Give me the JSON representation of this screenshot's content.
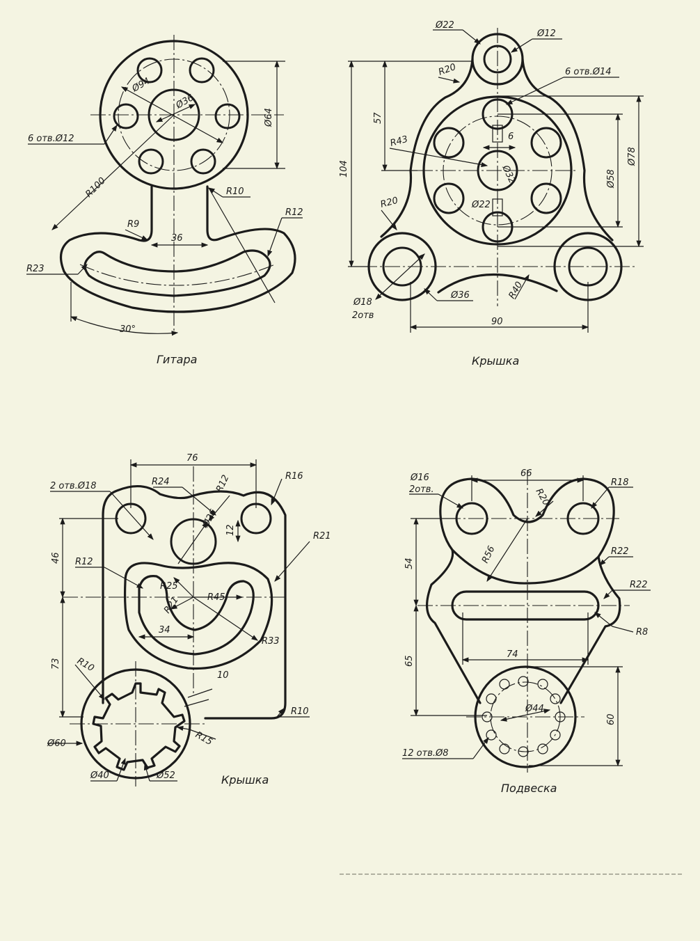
{
  "drawings": [
    {
      "caption": "Гитара",
      "labels": [
        "Ø94",
        "Ø36",
        "Ø64",
        "6 отв.Ø12",
        "R100",
        "R10",
        "R9",
        "36",
        "R12",
        "R23",
        "30°"
      ]
    },
    {
      "caption": "Крышка",
      "labels": [
        "Ø22",
        "Ø12",
        "R20",
        "6 отв.Ø14",
        "57",
        "6",
        "R43",
        "104",
        "Ø78",
        "Ø32",
        "Ø58",
        "Ø22",
        "R20",
        "Ø18",
        "2отв",
        "Ø36",
        "R40",
        "90"
      ]
    },
    {
      "caption": "Крышка",
      "labels": [
        "76",
        "2 отв.Ø18",
        "R24",
        "R12",
        "R16",
        "Ø26",
        "12",
        "46",
        "R21",
        "R12",
        "R25",
        "R45",
        "R21",
        "34",
        "R33",
        "73",
        "R10",
        "10",
        "R10",
        "Ø60",
        "R15",
        "Ø40",
        "Ø52"
      ]
    },
    {
      "caption": "Подвеска",
      "labels": [
        "66",
        "Ø16",
        "2отв.",
        "R18",
        "R20",
        "54",
        "R56",
        "R22",
        "R22",
        "R8",
        "74",
        "65",
        "Ø44",
        "60",
        "12 отв.Ø8"
      ]
    }
  ]
}
